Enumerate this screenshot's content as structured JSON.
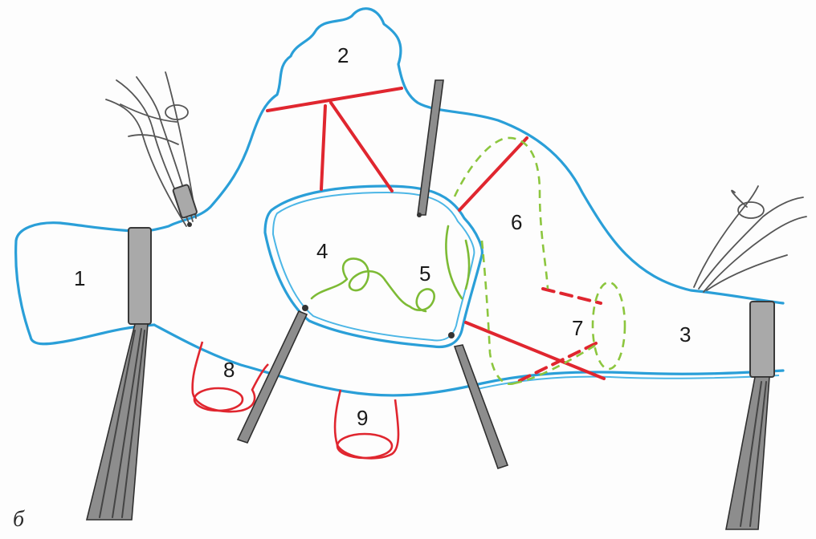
{
  "figure": {
    "panel_letter": "б",
    "labels": {
      "l1": "1",
      "l2": "2",
      "l3": "3",
      "l4": "4",
      "l5": "5",
      "l6": "6",
      "l7": "7",
      "l8": "8",
      "l9": "9"
    },
    "colors": {
      "tissue_outline": "#2a9fd8",
      "resection_lines": "#e0262f",
      "dashed_markings": "#8cc63e",
      "instruments": "#8d8d8d"
    }
  }
}
